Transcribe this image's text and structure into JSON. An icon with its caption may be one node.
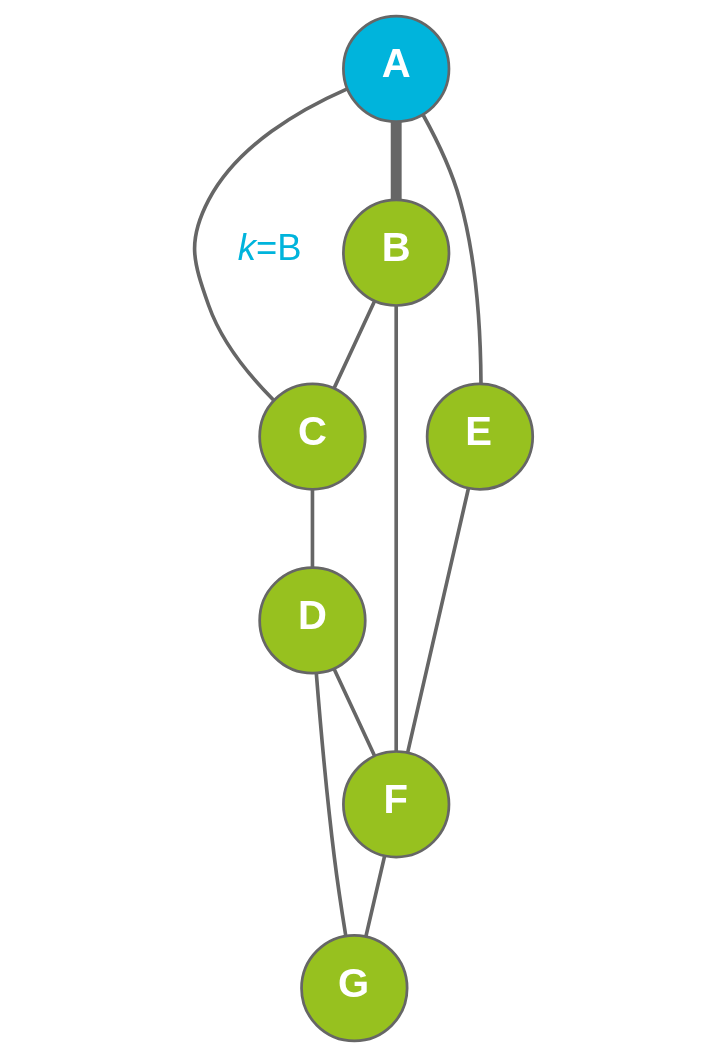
{
  "diagram": {
    "nodes": [
      {
        "text": [
          "A"
        ]
      },
      {
        "text": [
          "B"
        ],
        "beside": [
          "*k*=B"
        ]
      },
      {
        "text": [
          "C"
        ]
      },
      {
        "text": [
          "D"
        ]
      },
      {
        "text": [
          "E"
        ]
      },
      {
        "text": [
          "F"
        ]
      },
      {
        "text": [
          "G"
        ]
      }
    ],
    "edges": [
      {
        "from": 0,
        "to": 1,
        "arrow": "none",
        "style": "thick"
      },
      {
        "from": 0,
        "to": 2,
        "arrow": "none"
      },
      {
        "from": 0,
        "to": 4,
        "arrow": "none"
      },
      {
        "from": 1,
        "to": 2,
        "arrow": "none"
      },
      {
        "from": 1,
        "to": 5,
        "arrow": "none"
      },
      {
        "from": 2,
        "to": 3,
        "arrow": "none"
      },
      {
        "from": 3,
        "to": 5,
        "arrow": "none"
      },
      {
        "from": 3,
        "to": 6,
        "arrow": "none"
      },
      {
        "from": 4,
        "to": 5,
        "arrow": "none"
      },
      {
        "from": 5,
        "to": 6,
        "arrow": "none"
      }
    ]
  }
}
